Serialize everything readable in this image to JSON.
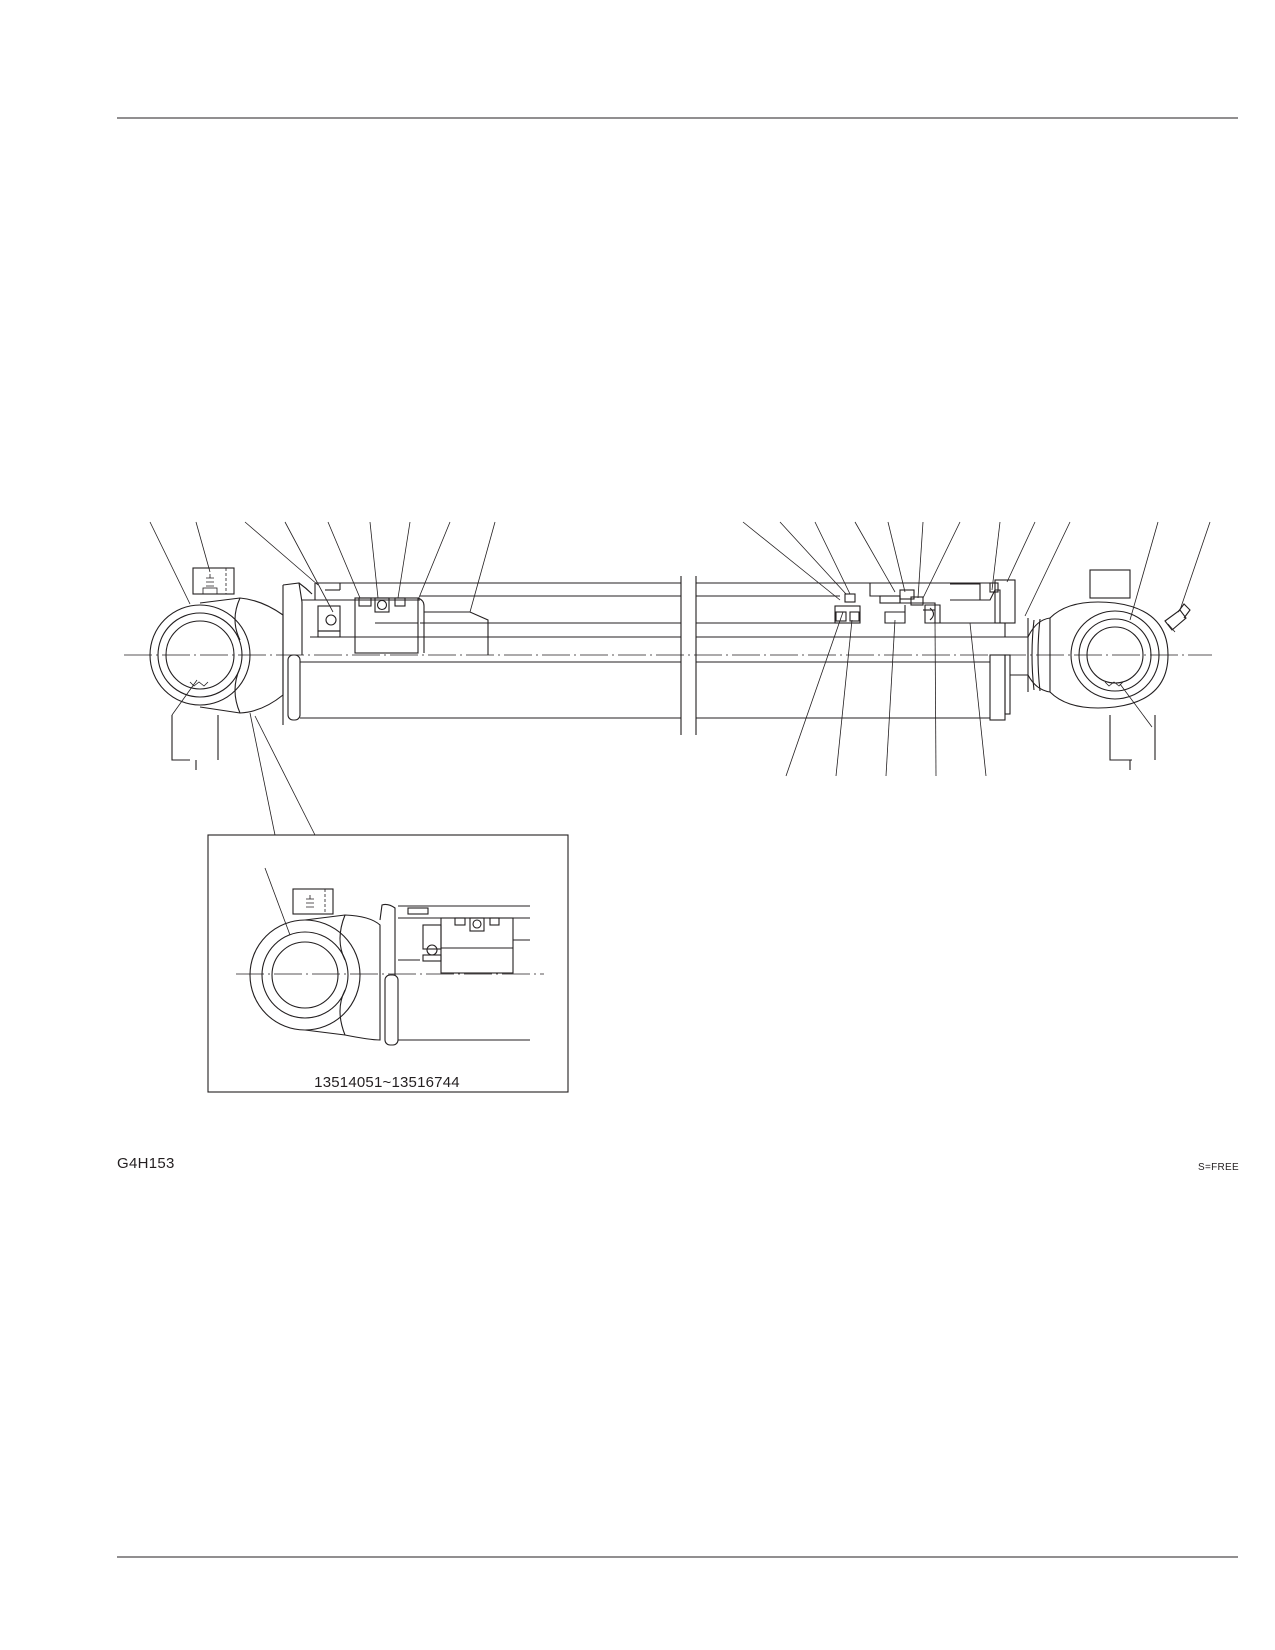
{
  "drawing": {
    "code": "G4H153",
    "scale_note": "S=FREE",
    "detail_caption": "13514051~13516744"
  },
  "icons": {
    "header_rule": "horizontal-rule",
    "footer_rule": "horizontal-rule",
    "assembly": "hydraulic-cylinder-section",
    "detail": "cylinder-head-detail"
  }
}
